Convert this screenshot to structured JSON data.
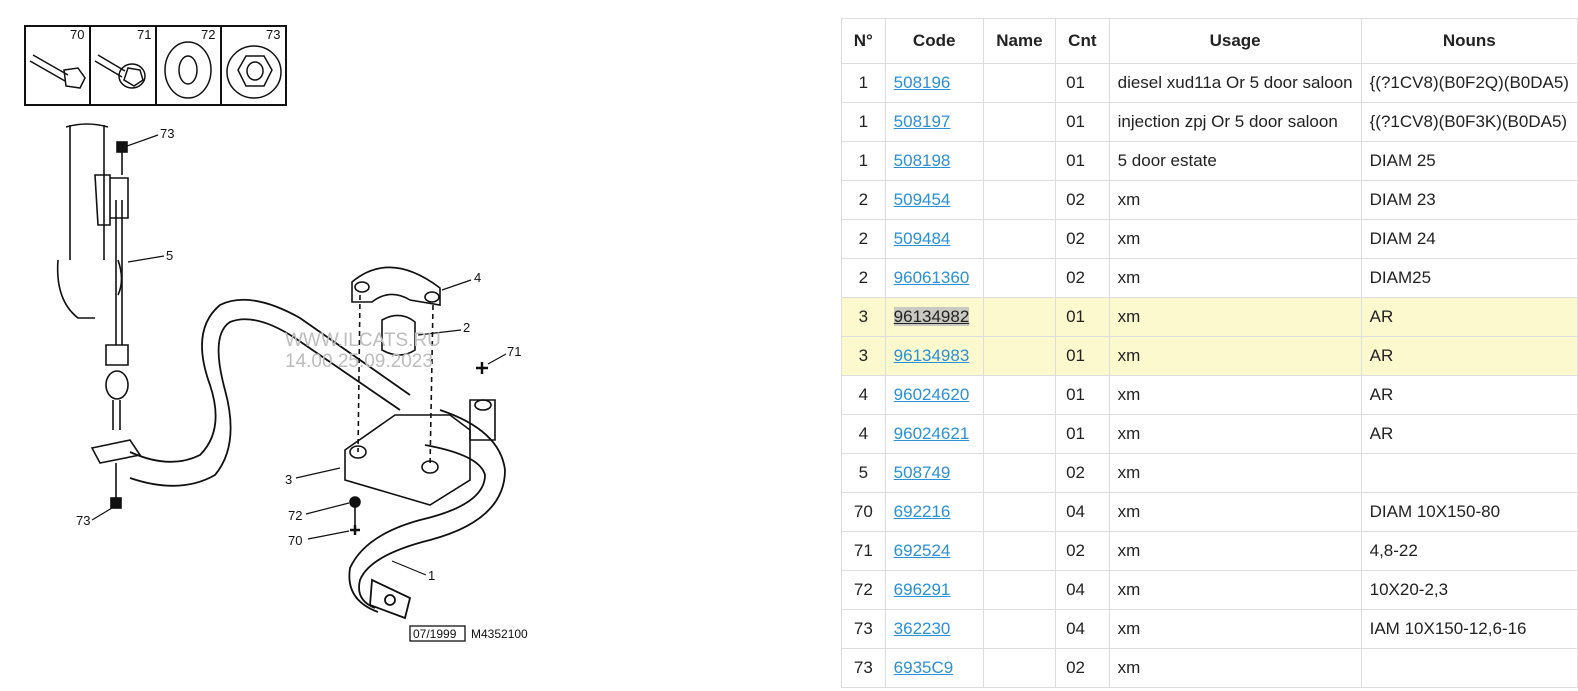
{
  "diagram": {
    "thumb_labels": [
      "70",
      "71",
      "72",
      "73"
    ],
    "callouts": [
      "73",
      "5",
      "4",
      "2",
      "71",
      "3",
      "72",
      "70",
      "1",
      "73"
    ],
    "watermark_line1": "WWW.ILCATS.RU",
    "watermark_line2": "14.00 25.09.2023",
    "date_box": "07/1999",
    "ref_code": "M4352100"
  },
  "table": {
    "headers": [
      "N°",
      "Code",
      "Name",
      "Cnt",
      "Usage",
      "Nouns"
    ],
    "rows": [
      {
        "no": "1",
        "code": "508196",
        "name": "",
        "cnt": "01",
        "usage": "diesel xud11a Or 5 door saloon",
        "nouns": "{(?1CV8)(B0F2Q)(B0DA5)"
      },
      {
        "no": "1",
        "code": "508197",
        "name": "",
        "cnt": "01",
        "usage": "injection zpj Or 5 door saloon",
        "nouns": "{(?1CV8)(B0F3K)(B0DA5)"
      },
      {
        "no": "1",
        "code": "508198",
        "name": "",
        "cnt": "01",
        "usage": "5 door estate",
        "nouns": "DIAM 25"
      },
      {
        "no": "2",
        "code": "509454",
        "name": "",
        "cnt": "02",
        "usage": "xm",
        "nouns": "DIAM 23"
      },
      {
        "no": "2",
        "code": "509484",
        "name": "",
        "cnt": "02",
        "usage": "xm",
        "nouns": "DIAM 24"
      },
      {
        "no": "2",
        "code": "96061360",
        "name": "",
        "cnt": "02",
        "usage": "xm",
        "nouns": "DIAM25"
      },
      {
        "no": "3",
        "code": "96134982",
        "name": "",
        "cnt": "01",
        "usage": "xm",
        "nouns": "AR"
      },
      {
        "no": "3",
        "code": "96134983",
        "name": "",
        "cnt": "01",
        "usage": "xm",
        "nouns": "AR"
      },
      {
        "no": "4",
        "code": "96024620",
        "name": "",
        "cnt": "01",
        "usage": "xm",
        "nouns": "AR"
      },
      {
        "no": "4",
        "code": "96024621",
        "name": "",
        "cnt": "01",
        "usage": "xm",
        "nouns": "AR"
      },
      {
        "no": "5",
        "code": "508749",
        "name": "",
        "cnt": "02",
        "usage": "xm",
        "nouns": ""
      },
      {
        "no": "70",
        "code": "692216",
        "name": "",
        "cnt": "04",
        "usage": "xm",
        "nouns": "DIAM 10X150-80"
      },
      {
        "no": "71",
        "code": "692524",
        "name": "",
        "cnt": "02",
        "usage": "xm",
        "nouns": "4,8-22"
      },
      {
        "no": "72",
        "code": "696291",
        "name": "",
        "cnt": "04",
        "usage": "xm",
        "nouns": "10X20-2,3"
      },
      {
        "no": "73",
        "code": "362230",
        "name": "",
        "cnt": "04",
        "usage": "xm",
        "nouns": "IAM 10X150-12,6-16"
      },
      {
        "no": "73",
        "code": "6935C9",
        "name": "",
        "cnt": "02",
        "usage": "xm",
        "nouns": ""
      }
    ],
    "highlighted_rows": [
      6,
      7
    ],
    "selected_code_row": 6
  },
  "colors": {
    "link": "#2a90d8",
    "highlight": "#fcf9cf",
    "selected": "#c9c9c2",
    "border": "#dddddd"
  }
}
